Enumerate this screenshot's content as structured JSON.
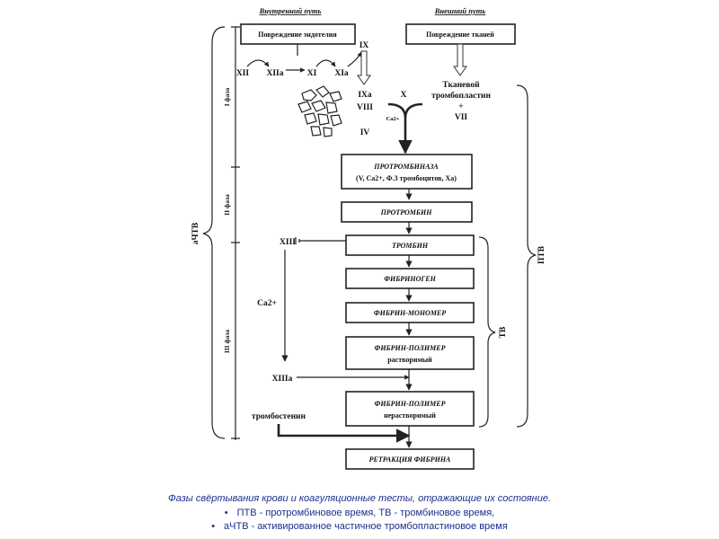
{
  "diagram": {
    "headers": {
      "intrinsic": "Внутренний путь",
      "extrinsic": "Внешний путь"
    },
    "boxes": {
      "endothelium": "Повреждение эндотелия",
      "tissue": "Повреждение тканей",
      "prothrombinase_1": "ПРОТРОМБИНАЗА",
      "prothrombinase_2": "(V, Ca2+, Ф.3 тромбоцитов, Ха)",
      "prothrombin": "ПРОТРОМБИН",
      "thrombin": "ТРОМБИН",
      "fibrinogen": "ФИБРИНОГЕН",
      "fibrin_monomer": "ФИБРИН-МОНОМЕР",
      "fibrin_polymer_soluble_1": "ФИБРИН-ПОЛИМЕР",
      "fibrin_polymer_soluble_2": "растворимый",
      "fibrin_polymer_insoluble_1": "ФИБРИН-ПОЛИМЕР",
      "fibrin_polymer_insoluble_2": "нерастворимый",
      "retraction": "РЕТРАКЦИЯ ФИБРИНА"
    },
    "labels": {
      "xii": "XII",
      "xiia": "XIIa",
      "xi": "XI",
      "xia": "XIa",
      "ix": "IX",
      "ixa": "IXa",
      "x": "X",
      "viii": "VIII",
      "ca": "Ca2+",
      "iv": "IV",
      "tissue_tp_1": "Тканевой",
      "tissue_tp_2": "тромбопластин",
      "plus": "+",
      "vii": "VII",
      "xiii": "XIII",
      "xiiia": "XIIIa",
      "ca_left": "Ca2+",
      "thrombosthenin": "тромбостенин"
    },
    "phases": {
      "phase1": "I фаза",
      "phase2": "II фаза",
      "phase3": "III фаза"
    },
    "brackets": {
      "aptt": "аЧТВ",
      "pt": "ПТВ",
      "tt": "ТВ"
    }
  },
  "caption": {
    "title": "Фазы свёртывания крови и коагуляционные тесты, отражающие их состояние.",
    "items": [
      "ПТВ - протромбиновое время, ТВ - тромбиновое время,",
      "аЧТВ - активированное частичное тромбопластиновое время"
    ]
  }
}
